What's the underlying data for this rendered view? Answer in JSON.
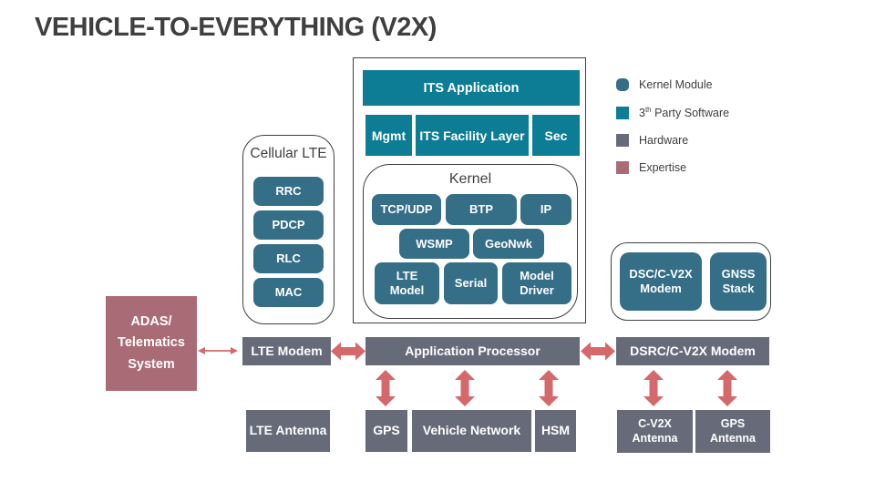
{
  "palette": {
    "teal": "#0d7c95",
    "slate": "#346e87",
    "gray": "#676b79",
    "rose": "#a96b75",
    "arrow": "#d4686b",
    "ink": "#3f3f3f"
  },
  "title": "VEHICLE-TO-EVERYTHING (V2X)",
  "legend": {
    "items": [
      {
        "label": "Kernel Module"
      },
      {
        "prefix": "3",
        "sup": "th",
        "rest": " Party Software"
      },
      {
        "label": "Hardware"
      },
      {
        "label": "Expertise"
      }
    ]
  },
  "cellular": {
    "title": "Cellular LTE",
    "modules": [
      "RRC",
      "PDCP",
      "RLC",
      "MAC"
    ]
  },
  "its": {
    "application": "ITS Application",
    "mgmt": "Mgmt",
    "facility": "ITS Facility Layer",
    "sec": "Sec",
    "kernel": {
      "title": "Kernel",
      "tcp": "TCP/UDP",
      "btp": "BTP",
      "ip": "IP",
      "wsmp": "WSMP",
      "geonwk": "GeoNwk",
      "lte_model": "LTE Model",
      "serial": "Serial",
      "model_driver": "Model Driver"
    }
  },
  "dsc": {
    "modem": "DSC/C-V2X Modem",
    "gnss": "GNSS Stack"
  },
  "adas": {
    "label": "ADAS/ Telematics System"
  },
  "processors": {
    "lte_modem": "LTE Modem",
    "application_processor": "Application Processor",
    "dsrc_modem": "DSRC/C-V2X Modem"
  },
  "peripherals": {
    "lte_antenna": "LTE Antenna",
    "gps": "GPS",
    "vehicle_network": "Vehicle Network",
    "hsm": "HSM",
    "cv2x_antenna": "C-V2X Antenna",
    "gps_antenna": "GPS Antenna"
  }
}
